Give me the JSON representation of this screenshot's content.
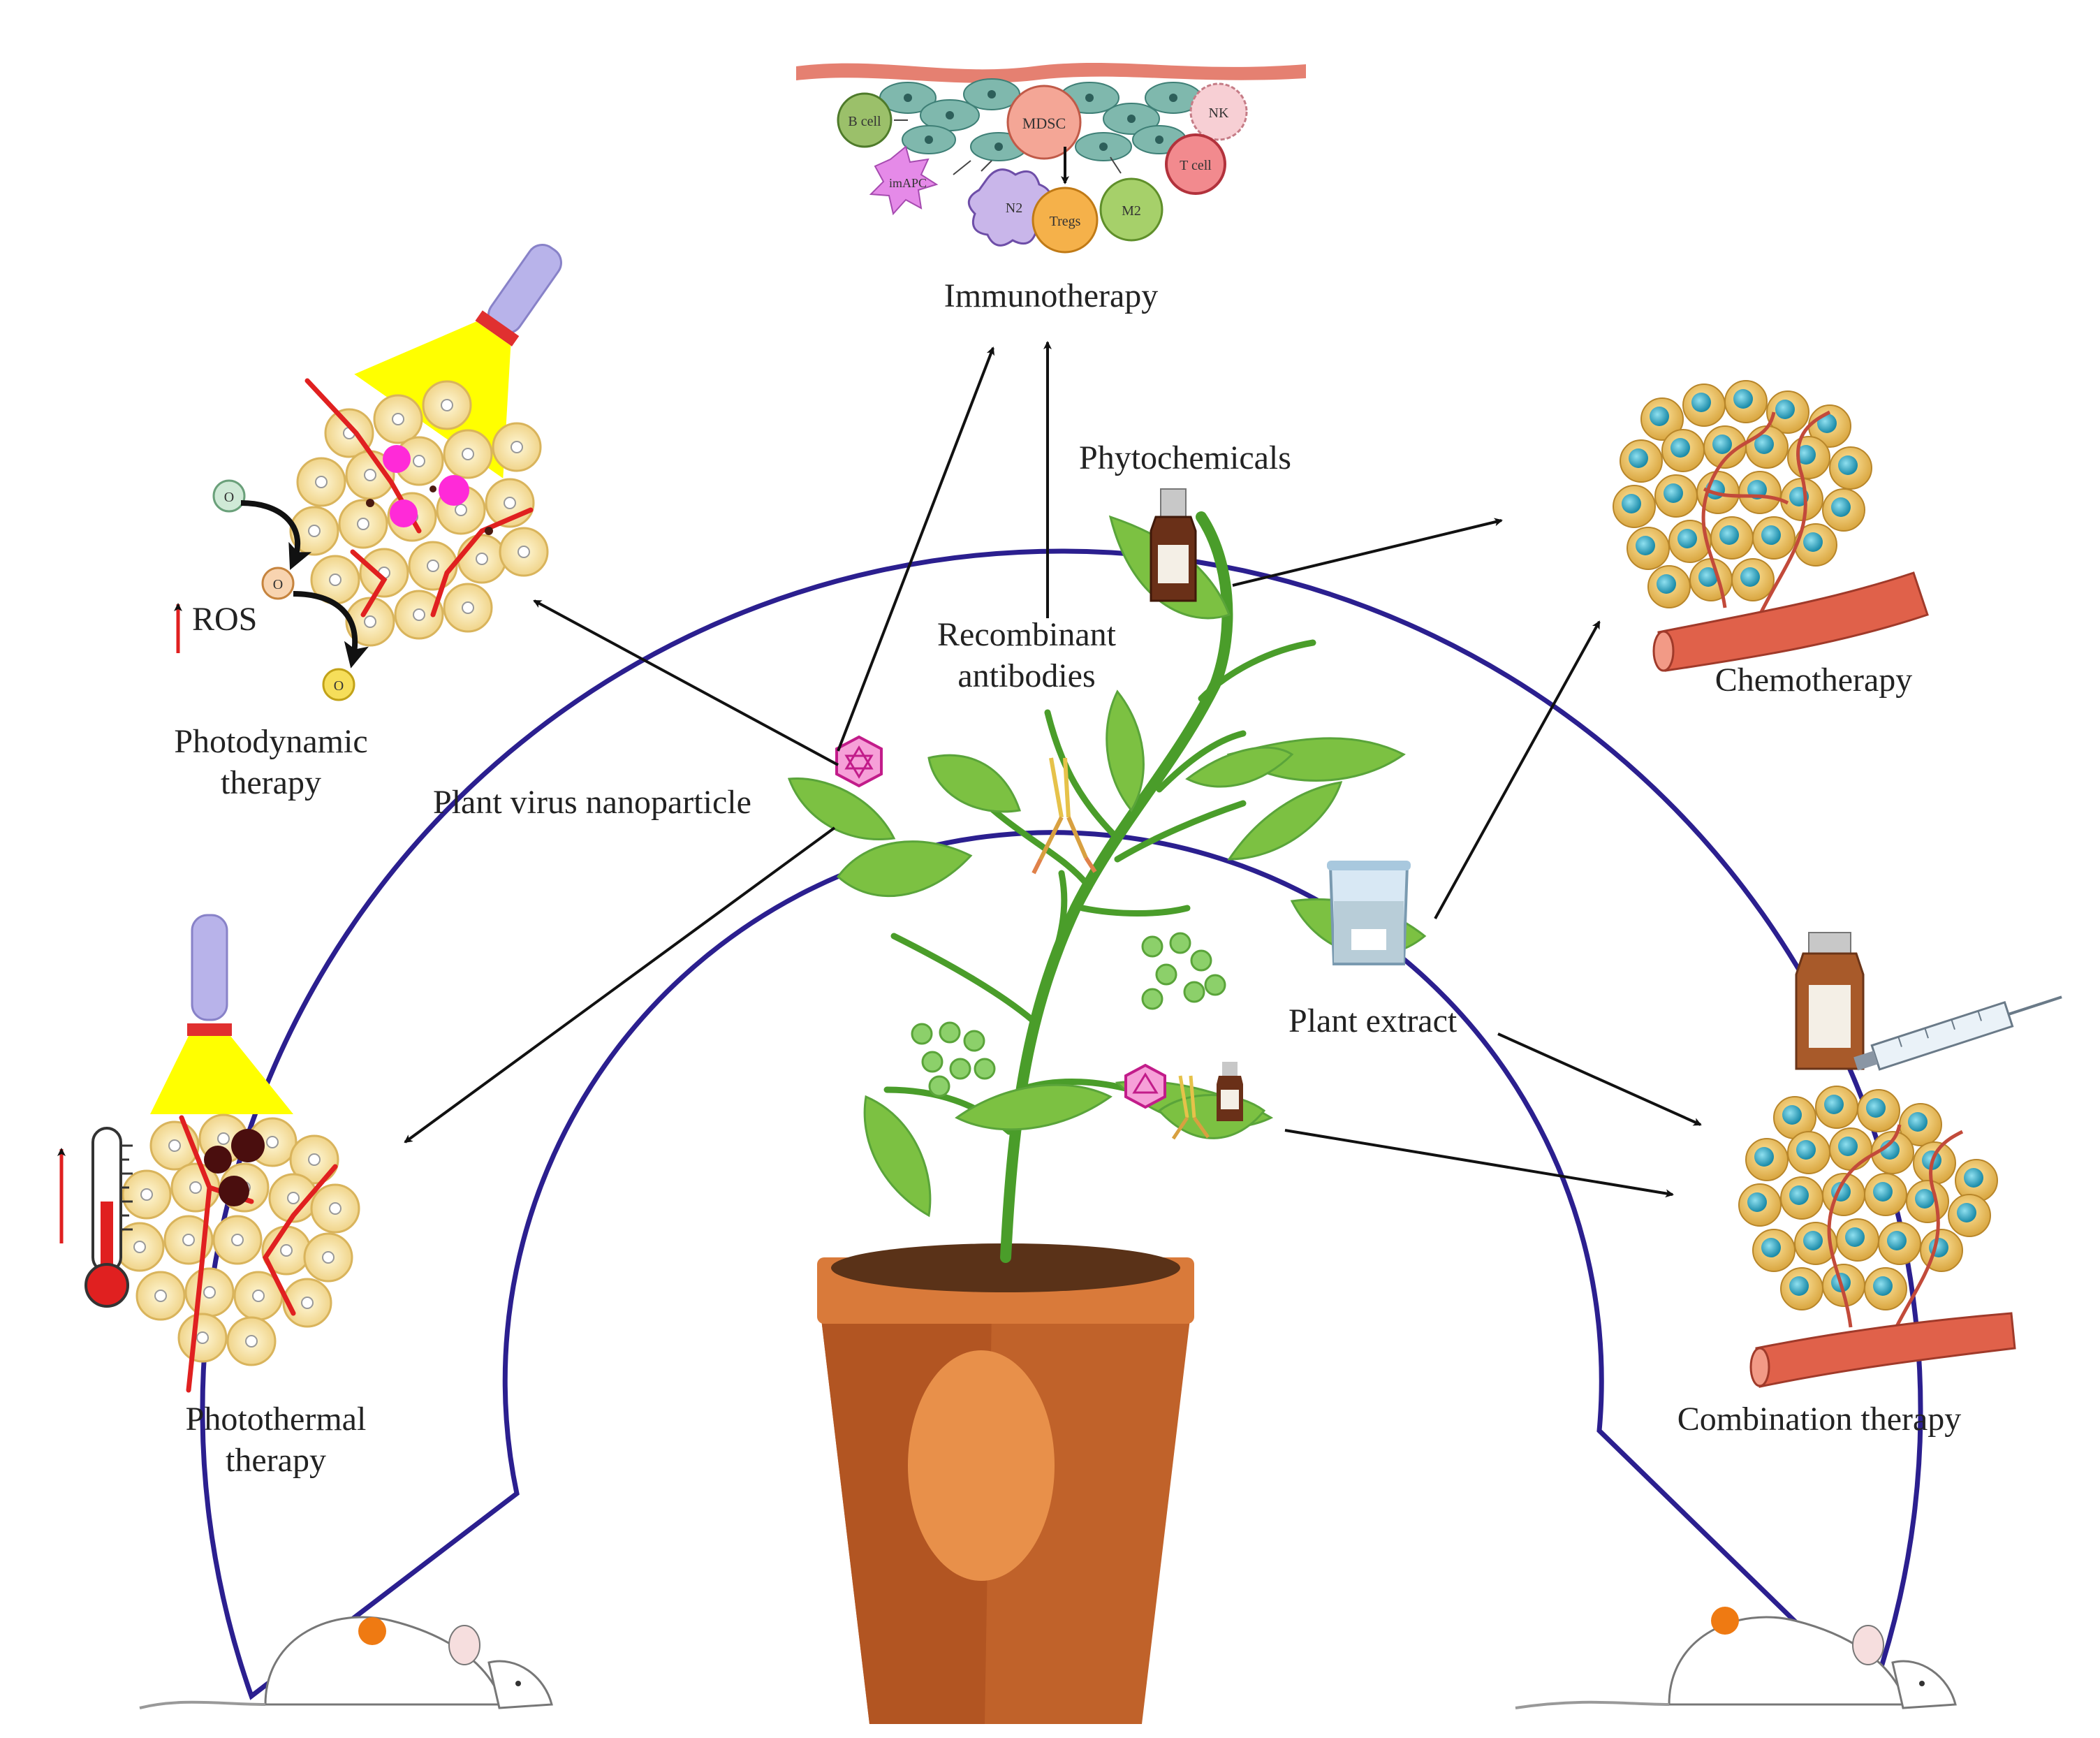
{
  "therapies": {
    "immuno": "Immunotherapy",
    "chemo": "Chemotherapy",
    "combination": "Combination therapy",
    "photodynamic_1": "Photodynamic",
    "photodynamic_2": "therapy",
    "photothermal_1": "Photothermal",
    "photothermal_2": "therapy"
  },
  "plant_sources": {
    "phytochemicals": "Phytochemicals",
    "recombinant_1": "Recombinant",
    "recombinant_2": "antibodies",
    "virus_np": "Plant virus nanoparticle",
    "extract": "Plant extract"
  },
  "pdt_marker": "ROS",
  "oxygen_label": "O",
  "immune_cells": {
    "mdsc": "MDSC",
    "b_cell": "B cell",
    "nk": "NK",
    "t_cell": "T cell",
    "im_apc": "imAPC",
    "n2": "N2",
    "tregs": "Tregs",
    "m2": "M2"
  },
  "colors": {
    "arc_outline": "#2b1f8f",
    "leaf": "#7cc142",
    "stem": "#4a9d2a",
    "pot": "#c0622a",
    "tumor_cell": "#f6e3a6",
    "lamp_beam": "#ffff00",
    "vessel": "#e0614a"
  }
}
